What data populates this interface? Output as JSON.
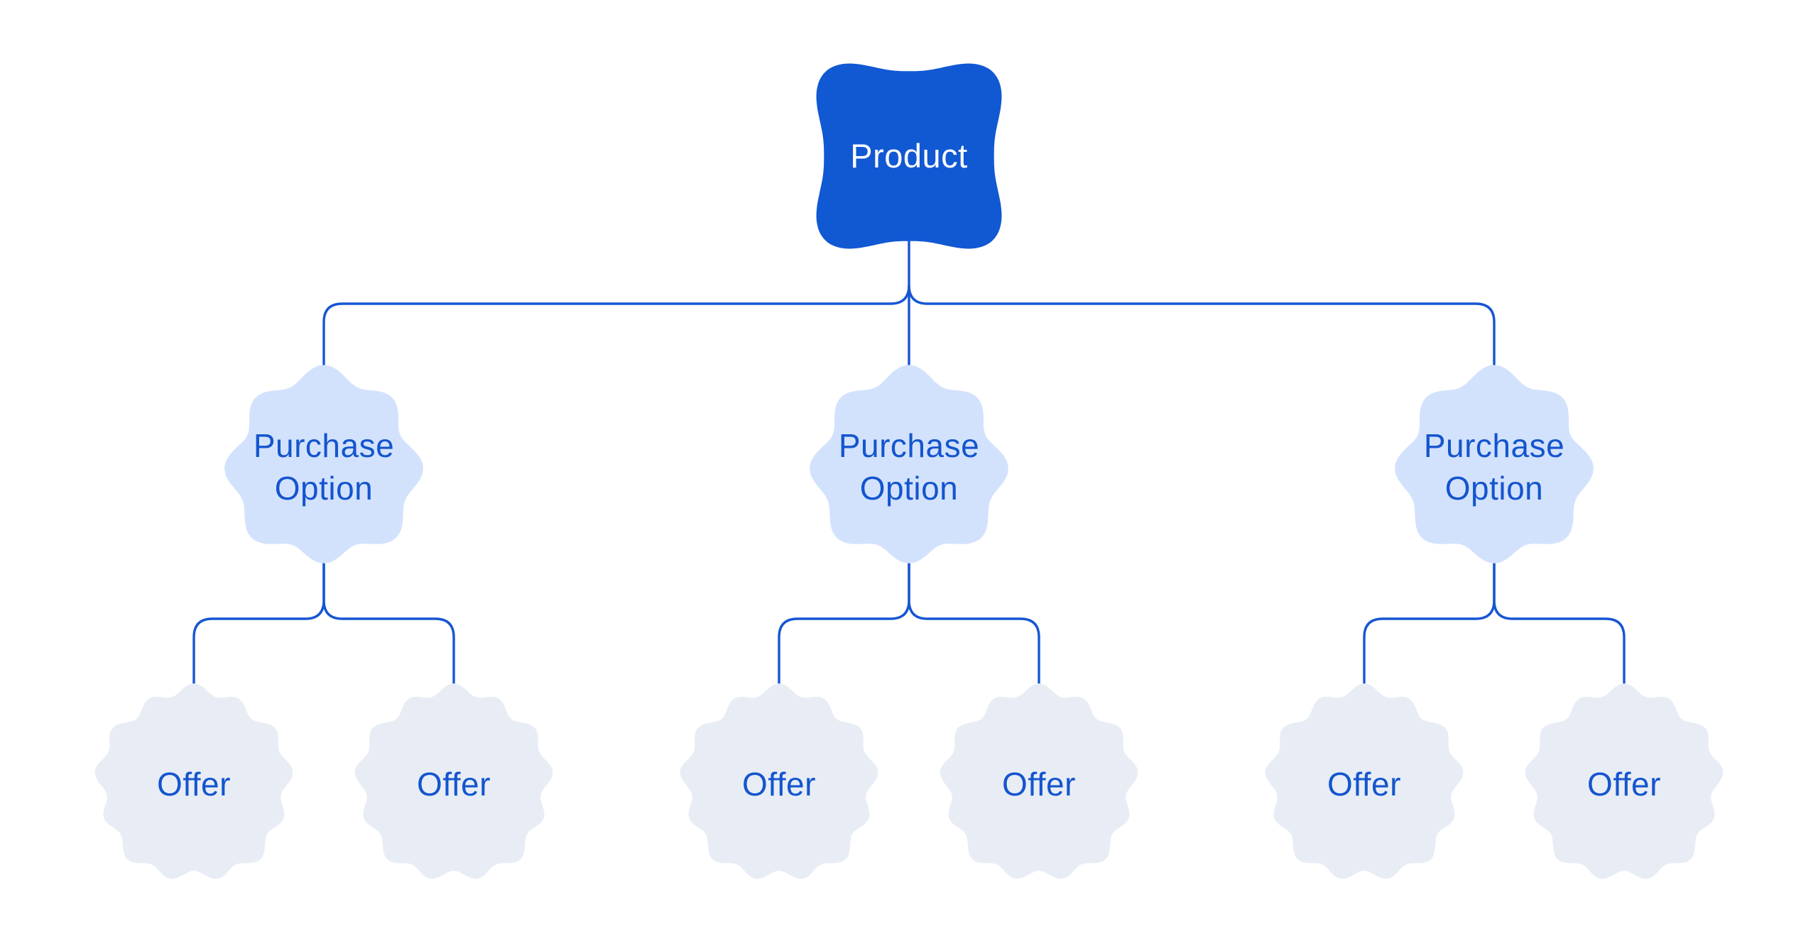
{
  "diagram": {
    "background": "#ffffff",
    "colors": {
      "product_fill": "#1158d3",
      "product_text": "#ffffff",
      "purchase_fill": "#d3e2fc",
      "purchase_text": "#1455ce",
      "offer_fill": "#e8edf5",
      "offer_text": "#1455ce",
      "connector": "#1656d2"
    },
    "nodes": {
      "product": {
        "label": "Product"
      },
      "purchase_options": [
        {
          "line1": "Purchase",
          "line2": "Option",
          "offers": [
            {
              "label": "Offer"
            },
            {
              "label": "Offer"
            }
          ]
        },
        {
          "line1": "Purchase",
          "line2": "Option",
          "offers": [
            {
              "label": "Offer"
            },
            {
              "label": "Offer"
            }
          ]
        },
        {
          "line1": "Purchase",
          "line2": "Option",
          "offers": [
            {
              "label": "Offer"
            },
            {
              "label": "Offer"
            }
          ]
        }
      ]
    }
  }
}
